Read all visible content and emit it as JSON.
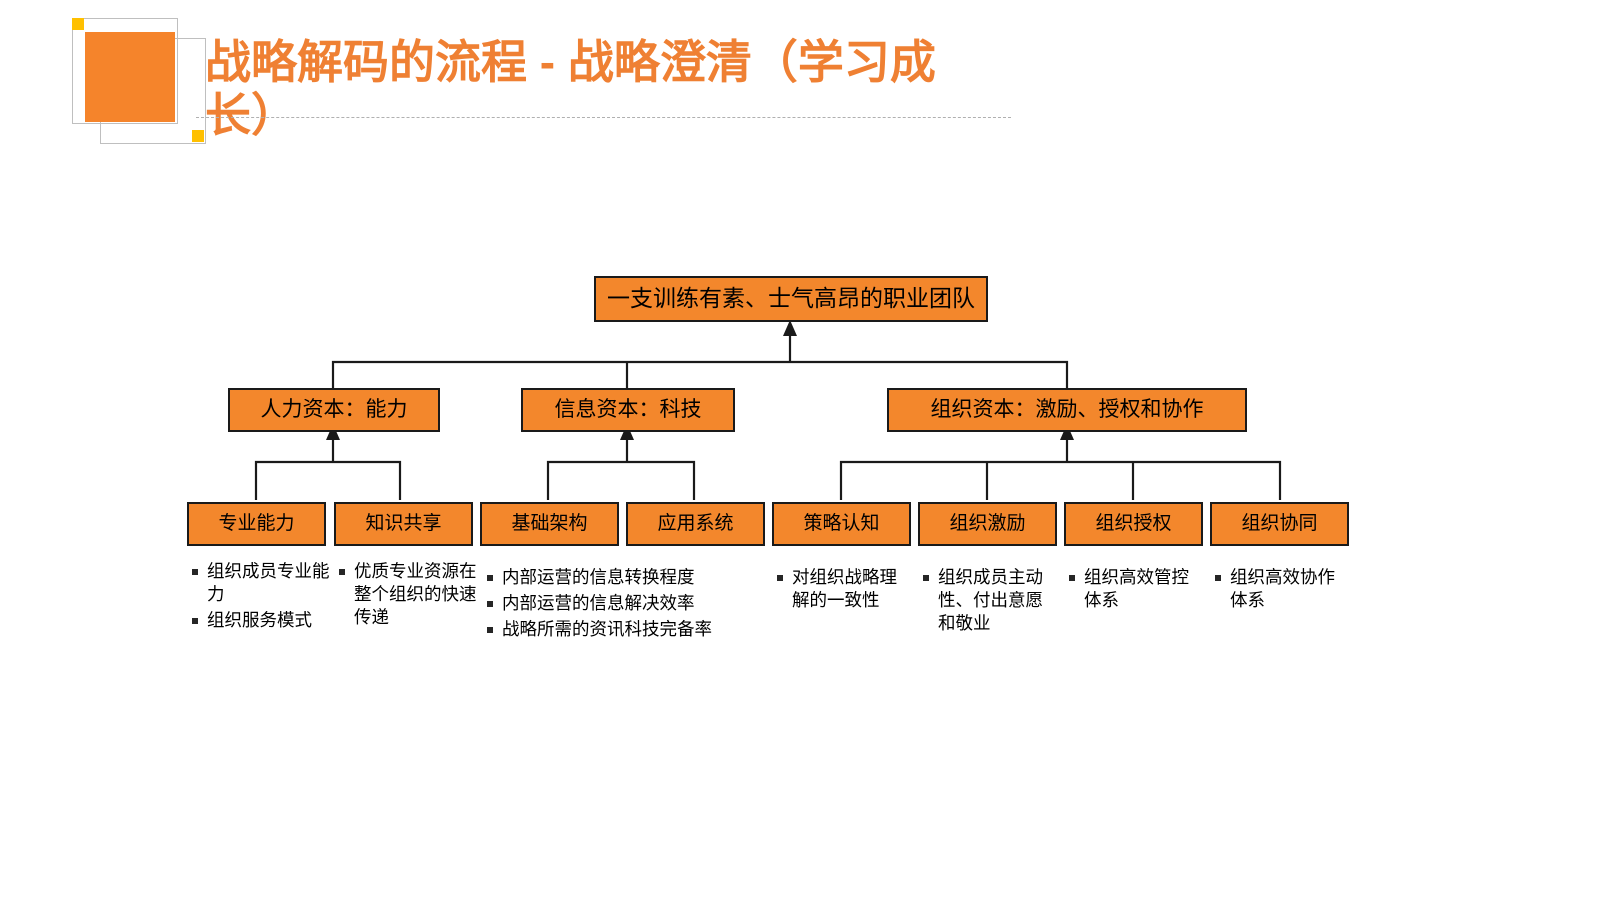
{
  "slide": {
    "title": "战略解码的流程 - 战略澄清（学习成\n长）",
    "accent_color": "#ef8033",
    "node_fill": "#f3872c",
    "node_border": "#1a1a1a",
    "decor_yellow": "#ffc000",
    "decor_outline": "#bfbfbf"
  },
  "diagram": {
    "type": "hierarchy",
    "root": {
      "label": "一支训练有素、士气高昂的职业团队"
    },
    "branches": [
      {
        "label": "人力资本：能力",
        "children": [
          {
            "label": "专业能力",
            "bullets": [
              "组织成员专业能力",
              "组织服务模式"
            ]
          },
          {
            "label": "知识共享",
            "bullets": [
              "优质专业资源在整个组织的快速传递"
            ]
          }
        ]
      },
      {
        "label": "信息资本：科技",
        "children": [
          {
            "label": "基础架构",
            "bullets": []
          },
          {
            "label": "应用系统",
            "bullets": []
          }
        ],
        "group_bullets": [
          "内部运营的信息转换程度",
          "内部运营的信息解决效率",
          "战略所需的资讯科技完备率"
        ]
      },
      {
        "label": "组织资本：激励、授权和协作",
        "children": [
          {
            "label": "策略认知",
            "bullets": [
              "对组织战略理解的一致性"
            ]
          },
          {
            "label": "组织激励",
            "bullets": [
              "组织成员主动性、付出意愿和敬业"
            ]
          },
          {
            "label": "组织授权",
            "bullets": [
              "组织高效管控体系"
            ]
          },
          {
            "label": "组织协同",
            "bullets": [
              "组织高效协作体系"
            ]
          }
        ]
      }
    ]
  }
}
